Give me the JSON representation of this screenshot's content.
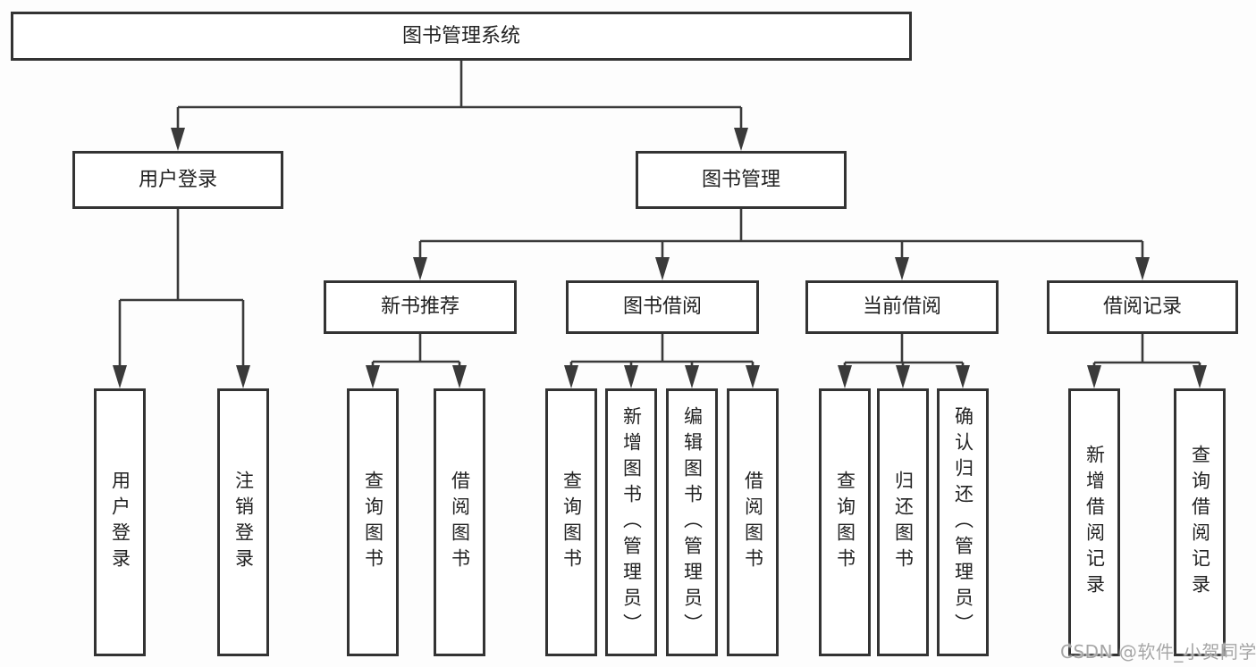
{
  "diagram_title": "图书管理系统",
  "watermark": "CSDN @软件_小贺同学",
  "colors": {
    "line": "#3a3a3a",
    "box_border": "#333333",
    "box_fill": "#ffffff",
    "text": "#222222",
    "watermark_text": "#a6a6a6",
    "background": "#fdfdfd"
  },
  "nodes": {
    "root": {
      "label": "图书管理系统"
    },
    "level2": [
      {
        "label": "用户登录"
      },
      {
        "label": "图书管理"
      }
    ],
    "level3": [
      {
        "label": "新书推荐"
      },
      {
        "label": "图书借阅"
      },
      {
        "label": "当前借阅"
      },
      {
        "label": "借阅记录"
      }
    ],
    "leaves": {
      "user_login": [
        {
          "label": "用户登录"
        },
        {
          "label": "注销登录"
        }
      ],
      "new_book_recommendation": [
        {
          "label": "查询图书"
        },
        {
          "label": "借阅图书"
        }
      ],
      "book_borrowing": [
        {
          "label": "查询图书"
        },
        {
          "label": "新增图书（管理员）"
        },
        {
          "label": "编辑图书（管理员）"
        },
        {
          "label": "借阅图书"
        }
      ],
      "current_borrowing": [
        {
          "label": "查询图书"
        },
        {
          "label": "归还图书"
        },
        {
          "label": "确认归还（管理员）"
        }
      ],
      "borrowing_records": [
        {
          "label": "新增借阅记录"
        },
        {
          "label": "查询借阅记录"
        }
      ]
    }
  }
}
